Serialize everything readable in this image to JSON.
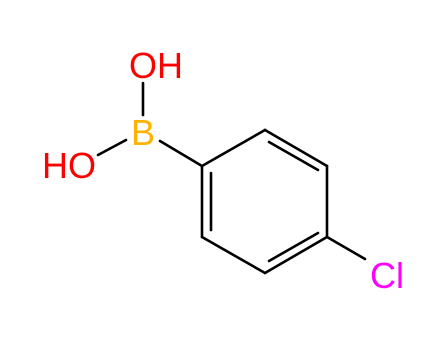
{
  "molecule": {
    "atoms": {
      "hydroxyl_top": {
        "text": "OH",
        "color": "#ff0000"
      },
      "hydroxyl_left": {
        "text": "HO",
        "color": "#ff0000"
      },
      "boron": {
        "text": "B",
        "color": "#ffb300"
      },
      "chlorine": {
        "text": "Cl",
        "color": "#ff00ff"
      }
    },
    "bond_color": "#000000"
  }
}
